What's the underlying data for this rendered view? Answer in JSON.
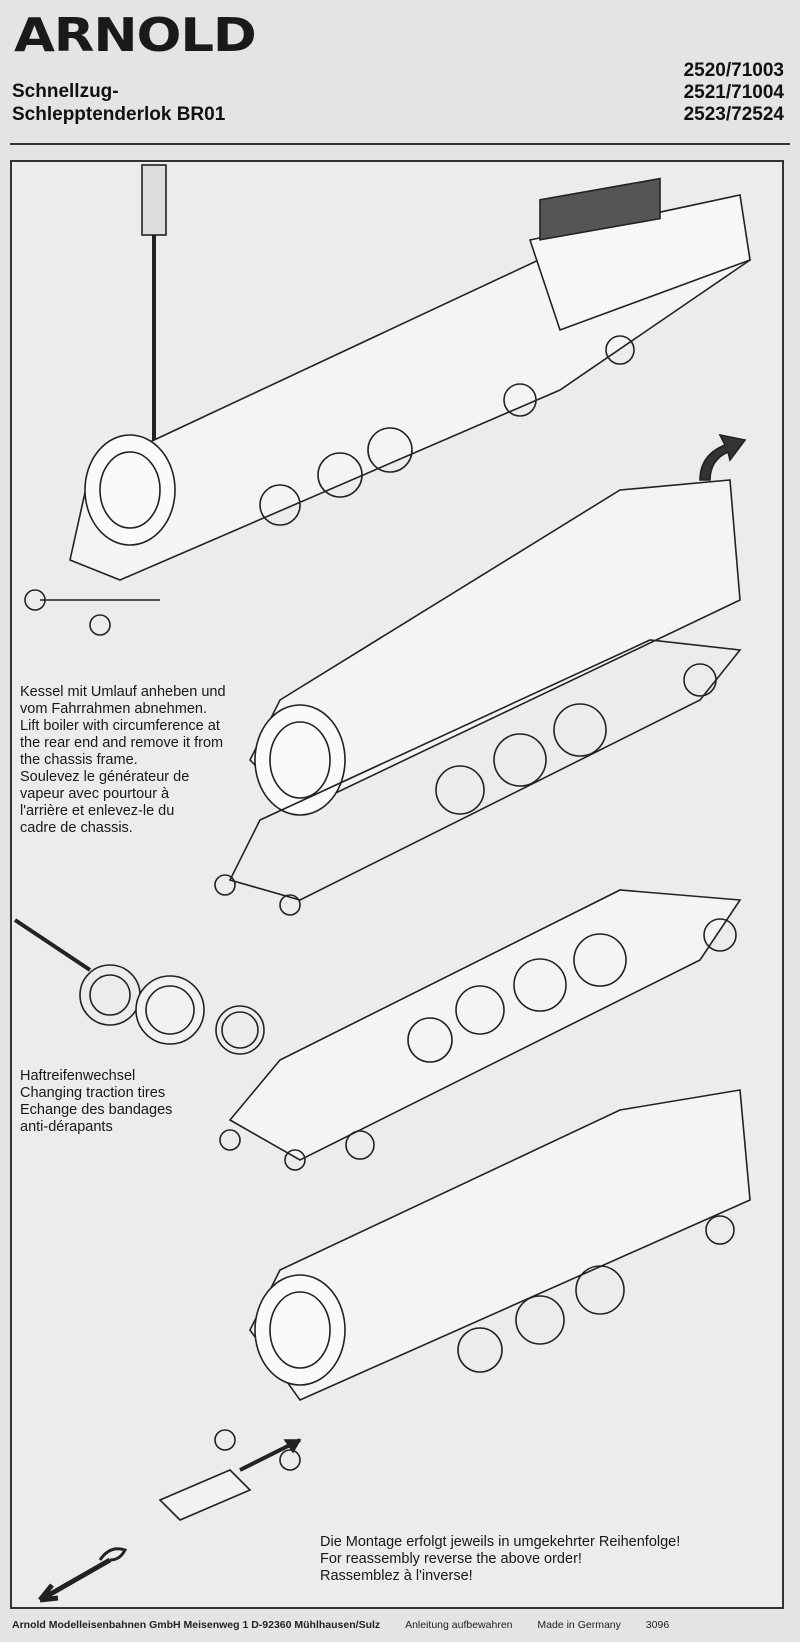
{
  "header": {
    "brand": "ARNOLD",
    "title_line1": "Schnellzug-",
    "title_line2": "Schlepptenderlok BR01",
    "article_numbers": [
      "2520/71003",
      "2521/71004",
      "2523/72524"
    ]
  },
  "steps": {
    "boiler_removal": {
      "de": [
        "Kessel mit Umlauf anheben und",
        "vom Fahrrahmen abnehmen."
      ],
      "en": [
        "Lift boiler with circumference at",
        "the rear end and remove it from",
        "the chassis frame."
      ],
      "fr": [
        "Soulevez le générateur de",
        "vapeur avec pourtour à",
        "l'arrière et enlevez-le du",
        "cadre de chassis."
      ]
    },
    "traction_tires": {
      "de": "Haftreifenwechsel",
      "en": "Changing traction tires",
      "fr": [
        "Echange des bandages",
        "anti-dérapants"
      ]
    },
    "reassembly": {
      "de": "Die Montage erfolgt jeweils in umgekehrter Reihenfolge!",
      "en": "For reassembly reverse the above order!",
      "fr": "Rassemblez à l'inverse!"
    }
  },
  "footer": {
    "company": "Arnold Modelleisenbahnen GmbH Meisenweg 1  D-92360 Mühlhausen/Sulz",
    "note": "Anleitung aufbewahren",
    "made_in": "Made in Germany",
    "code": "3096"
  }
}
